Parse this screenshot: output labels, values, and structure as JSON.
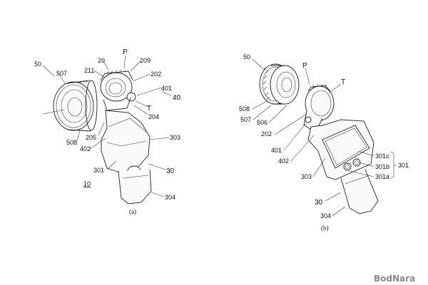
{
  "figure_a": {
    "caption": "(a)",
    "labels": {
      "l50": "50",
      "l507": "507",
      "l508": "508",
      "l205": "205",
      "l20": "20",
      "lP": "P",
      "l209": "209",
      "l211": "211",
      "l202": "202",
      "l401": "401",
      "l40": "40",
      "lT": "T",
      "l204": "204",
      "l402": "402",
      "l303": "303",
      "l301": "301",
      "l30": "30",
      "l10": "10",
      "l304": "304"
    }
  },
  "figure_b": {
    "caption": "(b)",
    "labels": {
      "l50": "50",
      "lP": "P",
      "lT": "T",
      "l508": "508",
      "l507": "507",
      "l506": "506",
      "l202": "202",
      "l401": "401",
      "l402": "402",
      "l303": "303",
      "l301c": "301c",
      "l301b": "301b",
      "l301a": "301a",
      "l301": "301",
      "l30": "30",
      "l304": "304"
    }
  },
  "watermark": "BodNara"
}
